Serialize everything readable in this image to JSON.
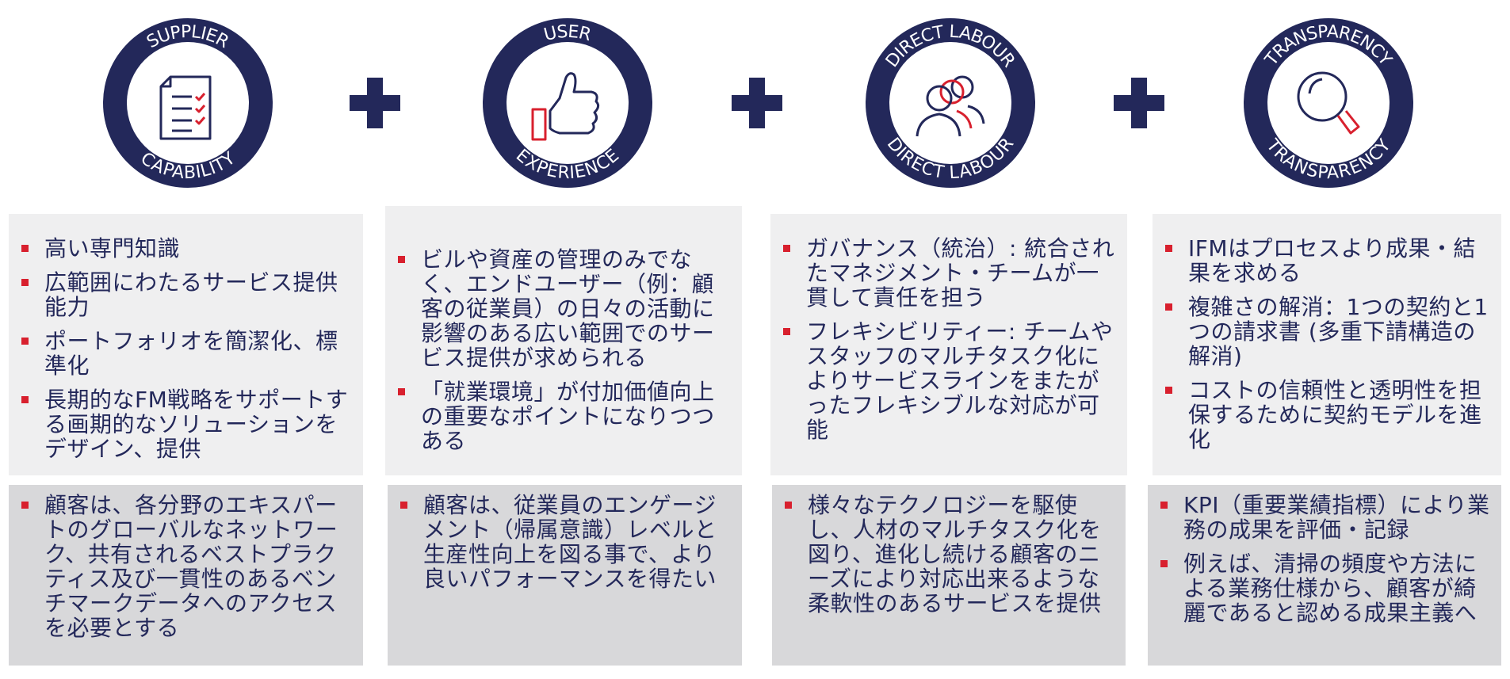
{
  "badges": [
    {
      "top_label": "SUPPLIER",
      "bottom_label": "CAPABILITY",
      "icon": "checklist-icon"
    },
    {
      "top_label": "USER",
      "bottom_label": "EXPERIENCE",
      "icon": "thumbs-up-icon"
    },
    {
      "top_label": "DIRECT  LABOUR",
      "bottom_label": "DIRECT  LABOUR",
      "icon": "people-icon"
    },
    {
      "top_label": "TRANSPARENCY",
      "bottom_label": "TRANSPARENCY",
      "icon": "magnifier-icon"
    }
  ],
  "colors": {
    "navy": "#23285a",
    "red": "#d8202e",
    "light_panel": "#efeff0",
    "dark_panel": "#d8d8da"
  },
  "columns": [
    {
      "top_items": [
        "高い専門知識",
        "広範囲にわたるサービス提供能力",
        "ポートフォリオを簡潔化、標準化",
        "長期的なFM戦略をサポートする画期的なソリューションをデザイン、提供"
      ],
      "bottom_items": [
        "顧客は、各分野のエキスパートのグローバルなネットワーク、共有されるベストプラクティス及び一貫性のあるベンチマークデータへのアクセスを必要とする"
      ]
    },
    {
      "top_items": [
        "ビルや資産の管理のみでなく、エンドユーザー（例：顧客の従業員）の日々の活動に影響のある広い範囲でのサービス提供が求められる",
        "「就業環境」が付加価値向上の重要なポイントになりつつある"
      ],
      "bottom_items": [
        "顧客は、従業員のエンゲージメント（帰属意識）レベルと生産性向上を図る事で、より良いパフォーマンスを得たい"
      ]
    },
    {
      "top_items": [
        "ガバナンス（統治）: 統合されたマネジメント・チームが一貫して責任を担う",
        "フレキシビリティー: チームやスタッフのマルチタスク化によりサービスラインをまたがったフレキシブルな対応が可能"
      ],
      "bottom_items": [
        "様々なテクノロジーを駆使し、人材のマルチタスク化を図り、進化し続ける顧客のニーズにより対応出来るような柔軟性のあるサービスを提供"
      ]
    },
    {
      "top_items": [
        "IFMはプロセスより成果・結果を求める",
        "複雑さの解消：1つの契約と1つの請求書 (多重下請構造の解消)",
        "コストの信頼性と透明性を担保するために契約モデルを進化"
      ],
      "bottom_items": [
        "KPI（重要業績指標）により業務の成果を評価・記録",
        "例えば、清掃の頻度や方法による業務仕様から、顧客が綺麗であると認める成果主義へ"
      ]
    }
  ]
}
